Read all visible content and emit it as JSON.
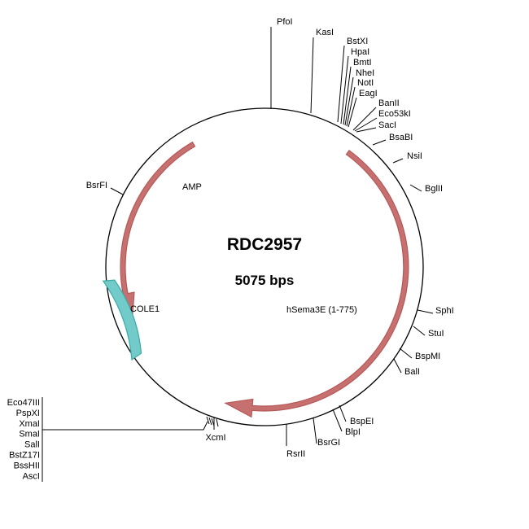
{
  "plasmid": {
    "name": "RDC2957",
    "size_label": "5075 bps"
  },
  "features": [
    {
      "id": "hsema3e",
      "label": "hSema3E (1-775)",
      "color": "#b55757",
      "fill": "#c77070"
    },
    {
      "id": "amp",
      "label": "AMP",
      "color": "#b55757",
      "fill": "#c77070"
    },
    {
      "id": "cole1",
      "label": "COLE1",
      "color": "#3aaaa8",
      "fill": "#72cbc8"
    }
  ],
  "sites": [
    {
      "label": "PfoI"
    },
    {
      "label": "KasI"
    },
    {
      "label": "BstXI"
    },
    {
      "label": "HpaI"
    },
    {
      "label": "BmtI"
    },
    {
      "label": "NheI"
    },
    {
      "label": "NotI"
    },
    {
      "label": "EagI"
    },
    {
      "label": "BanII"
    },
    {
      "label": "Eco53kI"
    },
    {
      "label": "SacI"
    },
    {
      "label": "BsaBI"
    },
    {
      "label": "NsiI"
    },
    {
      "label": "BglII"
    },
    {
      "label": "SphI"
    },
    {
      "label": "StuI"
    },
    {
      "label": "BspMI"
    },
    {
      "label": "BalI"
    },
    {
      "label": "BspEI"
    },
    {
      "label": "BlpI"
    },
    {
      "label": "BsrGI"
    },
    {
      "label": "RsrII"
    },
    {
      "label": "XcmI"
    },
    {
      "label": "BsrFI"
    },
    {
      "label": "Eco47III"
    },
    {
      "label": "PspXI"
    },
    {
      "label": "XmaI"
    },
    {
      "label": "SmaI"
    },
    {
      "label": "SalI"
    },
    {
      "label": "BstZ17I"
    },
    {
      "label": "BssHII"
    },
    {
      "label": "AscI"
    }
  ]
}
